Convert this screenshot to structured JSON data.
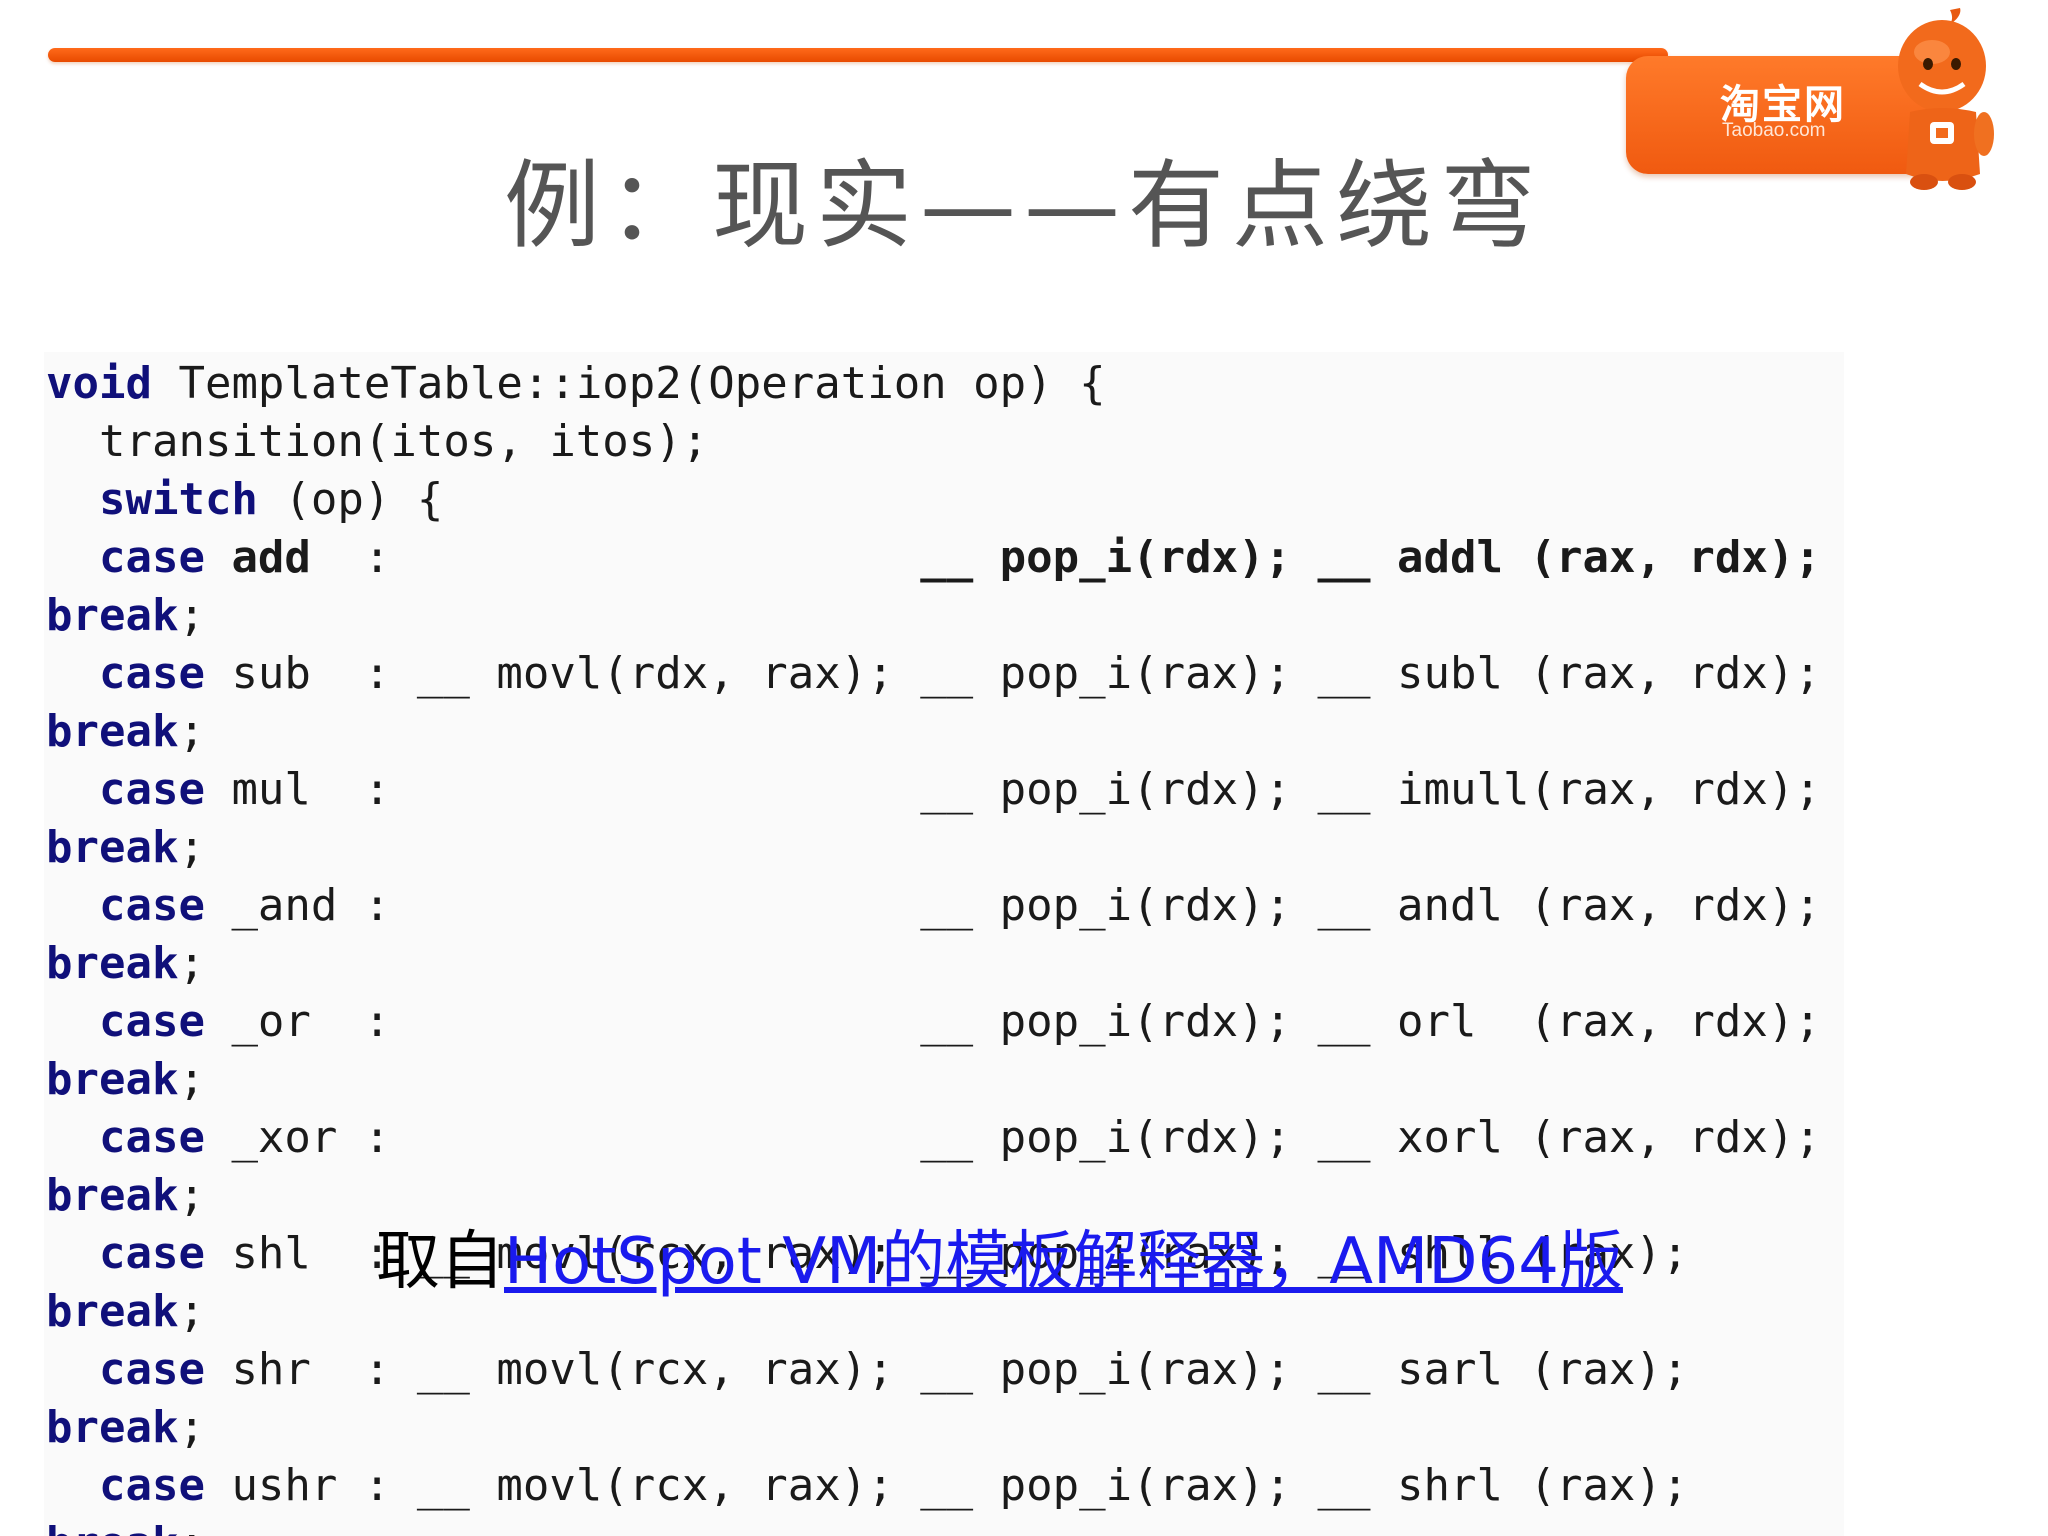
{
  "logo": {
    "cn": "淘宝网",
    "en": "Taobao.com"
  },
  "title": "例：现实——有点绕弯",
  "code": {
    "l1": {
      "kw": "void",
      "rest": " TemplateTable::iop2(Operation op) {"
    },
    "l2": "  transition(itos, itos);",
    "l3": {
      "indent": "  ",
      "kw": "switch",
      "rest": " (op) {"
    },
    "case_kw": "case",
    "break_kw": "break",
    "semi": ";",
    "l4": {
      "op": " add",
      "mid": "  :                    ",
      "bold_rest": "__ pop_i(rdx); __ addl (rax, rdx);"
    },
    "l6": " sub  : __ movl(rdx, rax); __ pop_i(rax); __ subl (rax, rdx);",
    "l8": " mul  :                    __ pop_i(rdx); __ imull(rax, rdx);",
    "l10": " _and :                    __ pop_i(rdx); __ andl (rax, rdx);",
    "l12": " _or  :                    __ pop_i(rdx); __ orl  (rax, rdx);",
    "l14": " _xor :                    __ pop_i(rdx); __ xorl (rax, rdx);",
    "l16": " shl  : __ movl(rcx, rax); __ pop_i(rax); __ shll (rax);",
    "l18": " shr  : __ movl(rcx, rax); __ pop_i(rax); __ sarl (rax);",
    "l20": " ushr : __ movl(rcx, rax); __ pop_i(rax); __ shrl (rax);"
  },
  "caption": {
    "prefix": "取自",
    "link": "HotSpot VM的模板解释器，AMD64版"
  },
  "colors": {
    "accent": "#f05a10",
    "keyword": "#10107a",
    "link": "#1a1aee"
  }
}
